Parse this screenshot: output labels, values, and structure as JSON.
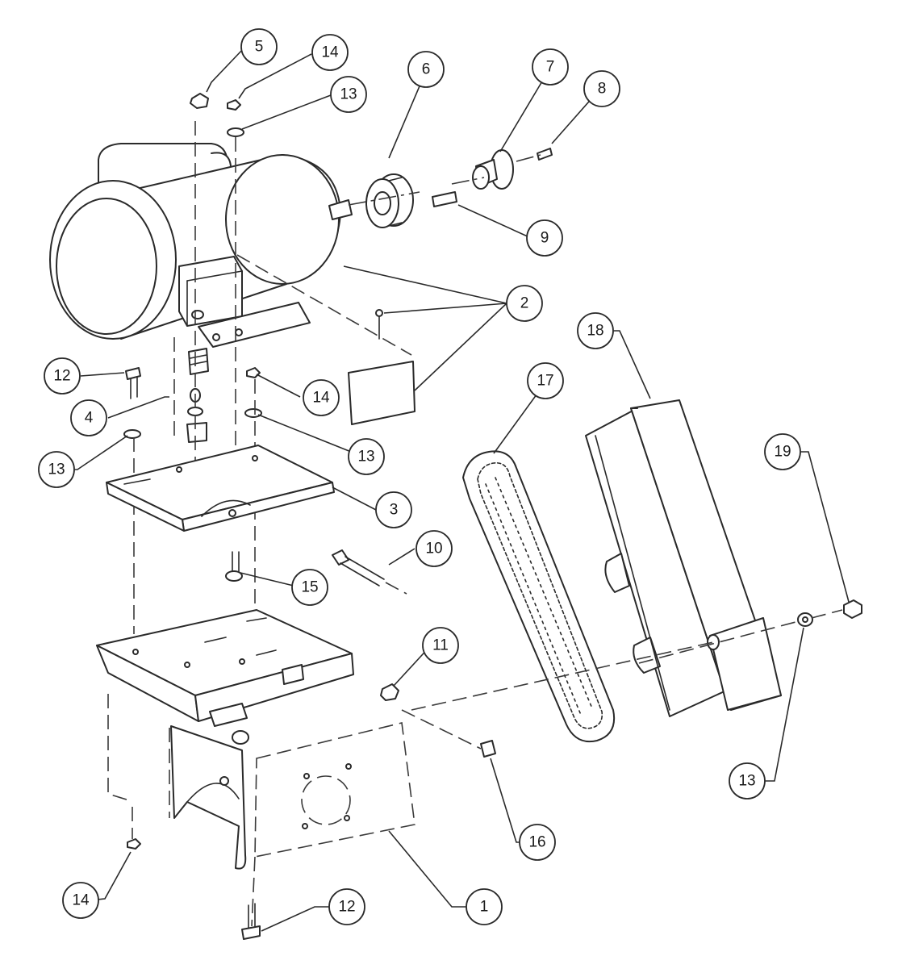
{
  "callouts": [
    {
      "id": "c5",
      "label": "5"
    },
    {
      "id": "c14a",
      "label": "14"
    },
    {
      "id": "c13a",
      "label": "13"
    },
    {
      "id": "c6",
      "label": "6"
    },
    {
      "id": "c7",
      "label": "7"
    },
    {
      "id": "c8",
      "label": "8"
    },
    {
      "id": "c9",
      "label": "9"
    },
    {
      "id": "c2",
      "label": "2"
    },
    {
      "id": "c18",
      "label": "18"
    },
    {
      "id": "c17",
      "label": "17"
    },
    {
      "id": "c12a",
      "label": "12"
    },
    {
      "id": "c14b",
      "label": "14"
    },
    {
      "id": "c4",
      "label": "4"
    },
    {
      "id": "c13b",
      "label": "13"
    },
    {
      "id": "c13c",
      "label": "13"
    },
    {
      "id": "c19",
      "label": "19"
    },
    {
      "id": "c3",
      "label": "3"
    },
    {
      "id": "c10",
      "label": "10"
    },
    {
      "id": "c15",
      "label": "15"
    },
    {
      "id": "c11",
      "label": "11"
    },
    {
      "id": "c13d",
      "label": "13"
    },
    {
      "id": "c16",
      "label": "16"
    },
    {
      "id": "c1",
      "label": "1"
    },
    {
      "id": "c14c",
      "label": "14"
    },
    {
      "id": "c12b",
      "label": "12"
    }
  ],
  "colors": {
    "line": "#2a2a2a",
    "background": "#ffffff"
  }
}
